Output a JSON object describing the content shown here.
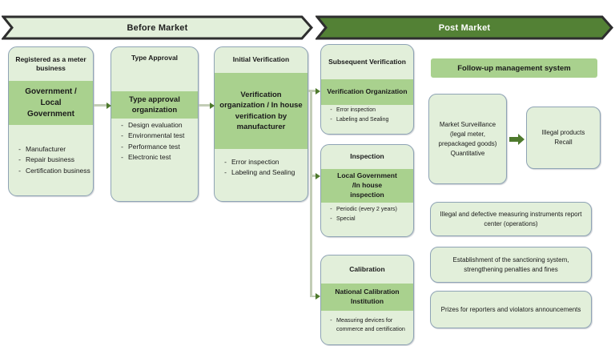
{
  "banners": {
    "before": "Before Market",
    "post": "Post Market"
  },
  "stages": {
    "registered": {
      "title": "Registered as a meter business",
      "band": "Government / Local Government",
      "items": [
        "Manufacturer",
        "Repair business",
        "Certification business"
      ]
    },
    "type_approval": {
      "title": "Type Approval",
      "band": "Type approval organization",
      "items": [
        "Design evaluation",
        "Environmental test",
        "Performance test",
        "Electronic test"
      ]
    },
    "initial_verification": {
      "title": "Initial Verification",
      "band": "Verification organization / In house verification by manufacturer",
      "items": [
        "Error inspection",
        "Labeling and Sealing"
      ]
    },
    "subsequent_verification": {
      "title": "Subsequent Verification",
      "band": "Verification Organization",
      "items": [
        "Error inspection",
        "Labeling and Sealing"
      ]
    },
    "inspection": {
      "title": "Inspection",
      "band": "Local Government /In house inspection",
      "items": [
        "Periodic (every 2 years)",
        "Special"
      ]
    },
    "calibration": {
      "title": "Calibration",
      "band": "National Calibration Institution",
      "items": [
        "Measuring devices for commerce and certification"
      ]
    }
  },
  "followup": {
    "header": "Follow-up management system",
    "market_surveillance": "Market Surveillance (legal meter, prepackaged goods) Quantitative",
    "illegal_products": "Illegal products Recall",
    "report_center": "Illegal and defective measuring instruments report center (operations)",
    "sanctioning": "Establishment of the sanctioning system, strengthening penalties and fines",
    "prizes": "Prizes for reporters and violators announcements"
  },
  "colors": {
    "light_green": "#e2efda",
    "band_green": "#a9d18e",
    "dark_green": "#538135",
    "banner_border": "#2e2e2e",
    "box_border": "#8ea3b5",
    "connector": "#c2cdb6",
    "arrowhead": "#4e7a2d"
  }
}
